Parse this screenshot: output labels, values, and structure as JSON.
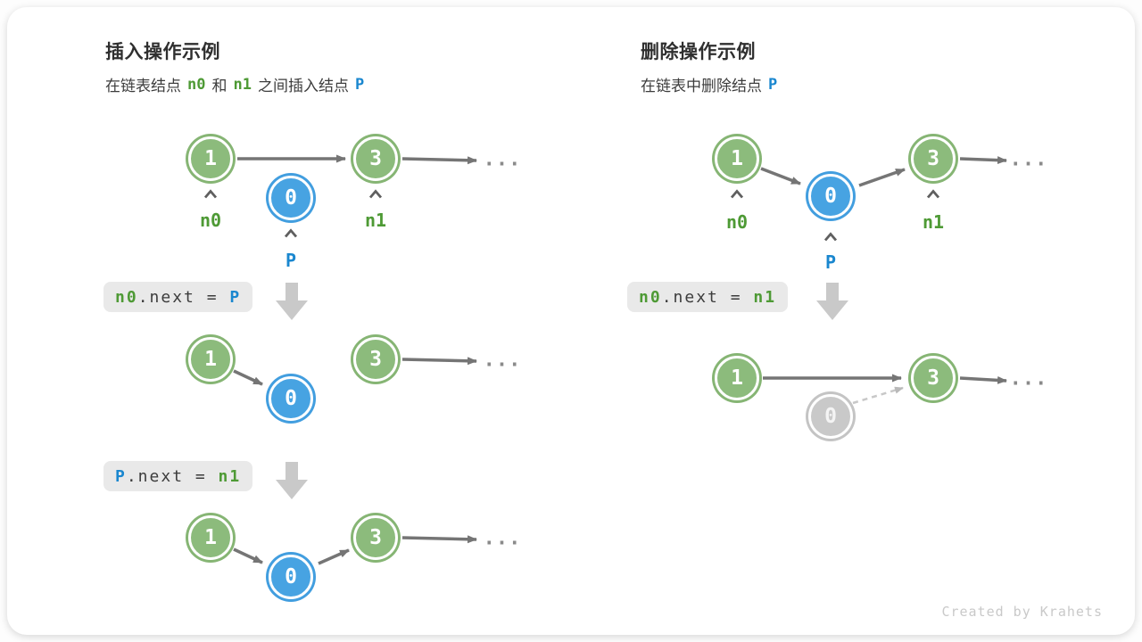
{
  "colors": {
    "node_green": "#8cbb7c",
    "node_blue": "#47a3e2",
    "node_gray": "#c9c9c9",
    "label_green": "#4e9a35",
    "label_blue": "#1a87cf",
    "arrow_gray": "#757575",
    "dashed_gray": "#c8c8c8",
    "code_bg": "#e9e9e9",
    "block_arrow": "#c9c9c9"
  },
  "left": {
    "title": "插入操作示例",
    "subtitle_parts": [
      "在链表结点",
      "n0",
      "和",
      "n1",
      "之间插入结点",
      "P"
    ],
    "code1_parts": [
      "n0",
      ".next = ",
      "P"
    ],
    "code2_parts": [
      "P",
      ".next = ",
      "n1"
    ]
  },
  "right": {
    "title": "删除操作示例",
    "subtitle_parts": [
      "在链表中删除结点",
      "P"
    ],
    "code1_parts": [
      "n0",
      ".next = ",
      "n1"
    ]
  },
  "nodes": {
    "v1": "1",
    "v3": "3",
    "vp": "0"
  },
  "pointers": {
    "n0": "n0",
    "n1": "n1",
    "p": "P"
  },
  "ellipsis": "...",
  "footer": "Created by Krahets"
}
